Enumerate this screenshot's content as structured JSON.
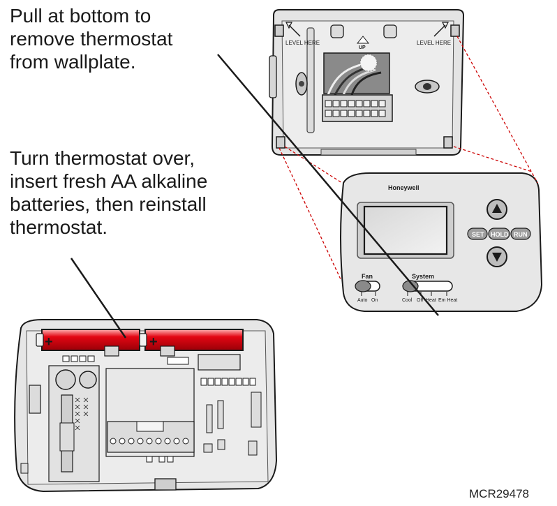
{
  "captions": {
    "remove": [
      "Pull at bottom to",
      "remove thermostat",
      "from wallplate."
    ],
    "batteries": [
      "Turn thermostat over,",
      "insert fresh AA alkaline",
      "batteries, then reinstall",
      "thermostat."
    ]
  },
  "figure_id": "MCR29478",
  "wallplate": {
    "level_left": "LEVEL HERE",
    "level_right": "LEVEL HERE",
    "up_label": "UP"
  },
  "thermostat": {
    "brand": "Honeywell",
    "buttons": {
      "set": "SET",
      "hold": "HOLD",
      "run": "RUN"
    },
    "fan": {
      "title": "Fan",
      "options": [
        "Auto",
        "On"
      ]
    },
    "system": {
      "title": "System",
      "options": [
        "Cool",
        "Off",
        "Heat",
        "Em Heat"
      ]
    }
  },
  "battery_symbol": "+",
  "colors": {
    "battery": "#e30613",
    "guide_line": "#cc0000",
    "body_fill": "#e6e6e6",
    "line": "#1a1a1a"
  }
}
